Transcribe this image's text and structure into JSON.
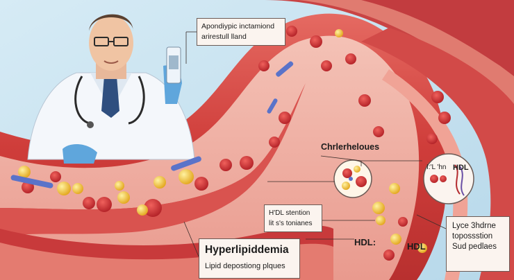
{
  "labels": {
    "top_box_line1": "Apondiypic inctamiond",
    "top_box_line2": "arirestull lland",
    "cholesterol": "Chrlerheloues",
    "inset_ldl": "I:'L 'hn",
    "inset_hdl": "HDL",
    "stent_line1": "H'DL stention",
    "stent_line2": "lit s's tonianes",
    "hdl_center": "HDL:",
    "hdl_right": "HDL",
    "title": "Hyperlipiddemia",
    "subtitle": "Lipid depostiong plques",
    "right_box_line1": "Lyce 3hdrne",
    "right_box_line2": "topossstion",
    "right_box_line3": "Sud pedlaes"
  },
  "colors": {
    "background": "#cfe6f2",
    "artery_outer": "#d9534f",
    "artery_inner": "#f0b3a8",
    "plaque": "#f2c43b",
    "blood_cell": "#c9262c",
    "coat": "#f4f7fb",
    "glove": "#5fa6dc",
    "tie": "#2f4f7f"
  },
  "icons": [
    "doctor-illustration",
    "stethoscope-icon",
    "test-tube-icon",
    "magnifier-inset-icon"
  ]
}
